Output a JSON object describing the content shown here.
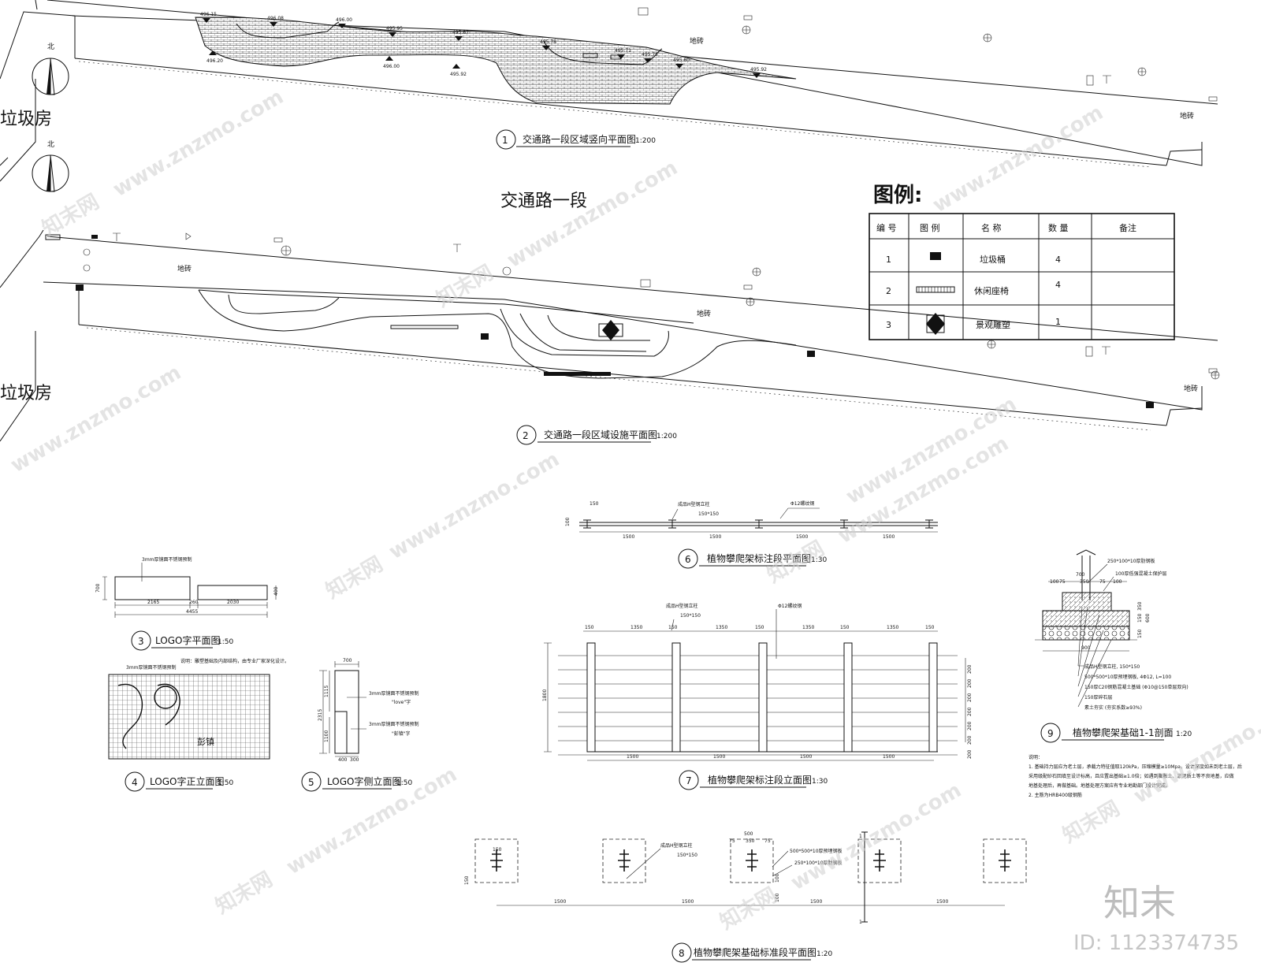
{
  "plan_heading": "交通路一段",
  "north_label": "北",
  "building_label": "垃圾房",
  "paving_label": "地砖",
  "elevations": [
    "496.15",
    "496.08",
    "496.00",
    "495.95",
    "495.87",
    "495.78",
    "495.71",
    "495.75",
    "495.80",
    "495.92",
    "496.00",
    "495.92",
    "496.20"
  ],
  "drawings": {
    "d1": {
      "num": "1",
      "title": "交通路一段区域竖向平面图",
      "scale": "1:200"
    },
    "d2": {
      "num": "2",
      "title": "交通路一段区域设施平面图",
      "scale": "1:200"
    },
    "d3": {
      "num": "3",
      "title": "LOGO字平面图",
      "scale": "1:50"
    },
    "d4": {
      "num": "4",
      "title": "LOGO字正立面图",
      "scale": "1:50"
    },
    "d5": {
      "num": "5",
      "title": "LOGO字侧立面图",
      "scale": "1:50"
    },
    "d6": {
      "num": "6",
      "title": "植物攀爬架标注段平面图",
      "scale": "1:30"
    },
    "d7": {
      "num": "7",
      "title": "植物攀爬架标注段立面图",
      "scale": "1:30"
    },
    "d8": {
      "num": "8",
      "title": "植物攀爬架基础标准段平面图",
      "scale": "1:20"
    },
    "d9": {
      "num": "9",
      "title": "植物攀爬架基础1-1剖面",
      "scale": "1:20"
    }
  },
  "legend": {
    "heading": "图例:",
    "headers": [
      "编 号",
      "图 例",
      "名 称",
      "数 量",
      "备注"
    ],
    "rows": [
      {
        "no": "1",
        "icon": "trash-bin-icon",
        "name": "垃圾桶",
        "qty": "4",
        "note": ""
      },
      {
        "no": "2",
        "icon": "bench-icon",
        "name": "休闲座椅",
        "qty": "4",
        "note": ""
      },
      {
        "no": "3",
        "icon": "sculpture-icon",
        "name": "景观雕塑",
        "qty": "1",
        "note": ""
      }
    ]
  },
  "logo": {
    "material_note": "3mm厚镜面不锈钢预制",
    "plan_dims": [
      "700",
      "2165",
      "260",
      "2030",
      "400",
      "4455"
    ],
    "elev_note": "说明：雕塑基础及内部结构，由专业厂家深化设计。",
    "side_notes": [
      "3mm厚镜面不锈钢预制",
      "\"love\"字",
      "3mm厚镜面不锈钢预制",
      "\"彭镇\"字"
    ],
    "side_dims": [
      "700",
      "1115",
      "2315",
      "1100",
      "100",
      "400",
      "300"
    ]
  },
  "trellis": {
    "post_label": "成品H型钢立柱",
    "post_size": "150*150",
    "rebar_label": "Φ12螺纹钢",
    "plan_dims": [
      "150",
      "1500",
      "1500",
      "1500",
      "1500",
      "100"
    ],
    "elev_top_dims": [
      "150",
      "1350",
      "150",
      "1350",
      "150",
      "1350",
      "150",
      "1350",
      "150"
    ],
    "elev_bottom_dims": [
      "1500",
      "1500",
      "1500",
      "1500"
    ],
    "elev_height": "1800",
    "elev_right_dims": [
      "200",
      "200",
      "200",
      "200",
      "200",
      "200",
      "200"
    ]
  },
  "foundation_plan": {
    "dims_top": [
      "500",
      "75",
      "350",
      "75"
    ],
    "labels": [
      "成品H型钢立柱",
      "150*150",
      "500*500*10厚预埋钢板",
      "250*100*10厚肋钢板"
    ],
    "bottom_dims": [
      "1500",
      "1500",
      "1500",
      "1500"
    ],
    "side_dims": [
      "150",
      "150",
      "100",
      "100"
    ],
    "section_mark": "1"
  },
  "section": {
    "top_labels": [
      "250*100*10厚肋钢板",
      "100厚低强混凝土保护层"
    ],
    "layers": [
      "成品H型钢立柱, 150*150",
      "500*500*10厚预埋钢板, 4Φ12, L=100",
      "150厚C20钢筋混凝土基础 (Φ10@150单层双向)",
      "150厚碎石层",
      "素土夯实 (夯实系数≥93%)"
    ],
    "dims": [
      "700",
      "100",
      "75",
      "350",
      "75",
      "100",
      "350",
      "600",
      "150",
      "150",
      "900"
    ],
    "notes_title": "说明：",
    "notes": [
      "1. 基础持力层应为老土层，承载力特征值取120kPa，压缩模量≥10Mpa，设计深度如未到老土层，后",
      "采用级配砂石回填至设计标高，且应置出基础≥1.0倍；如遇到膨胀土、淤泥质土等不良地基，应做",
      "地基处理后，再做基础。地基处理方案应有专业地勘部门设计完成。",
      "2. 主筋为HRB400级钢筋"
    ]
  },
  "watermark": {
    "site": "www.znzmo.com",
    "cn": "知末网",
    "brand": "知末",
    "id": "ID: 1123374735"
  }
}
